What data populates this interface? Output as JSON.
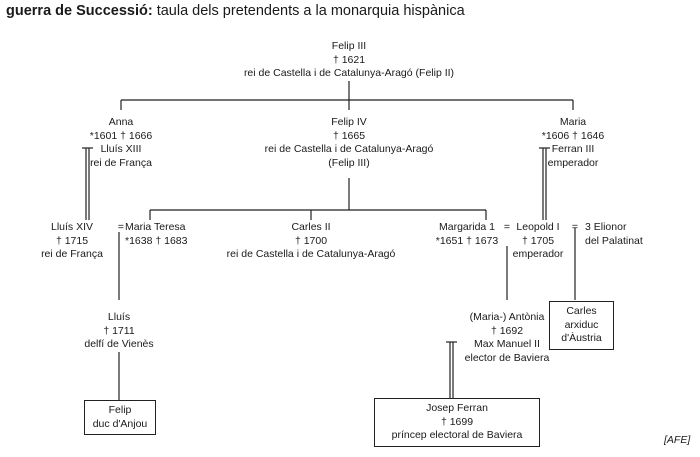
{
  "title": {
    "bold": "guerra de Successió:",
    "rest": " taula dels pretendents a la monarquia hispànica"
  },
  "nodes": {
    "felip3": [
      "Felip III",
      "† 1621",
      "rei de Castella i de Catalunya-Aragó (Felip II)"
    ],
    "anna": [
      "Anna",
      "*1601 † 1666",
      "Lluís XIII",
      "rei de França"
    ],
    "felip4": [
      "Felip IV",
      "† 1665",
      "rei de Castella i de Catalunya-Aragó",
      "(Felip III)"
    ],
    "maria": [
      "Maria",
      "*1606 † 1646",
      "Ferran III",
      "emperador"
    ],
    "lluis14": [
      "Lluís XIV",
      "† 1715",
      "rei de França"
    ],
    "mariateresa": [
      "Maria Teresa",
      "*1638 † 1683"
    ],
    "carles2": [
      "Carles II",
      "† 1700",
      "rei de Castella i de Catalunya-Aragó"
    ],
    "margarida": [
      "Margarida 1",
      "*1651 † 1673"
    ],
    "leopold": [
      "Leopold I",
      "† 1705",
      "emperador"
    ],
    "elionor": [
      "3 Elionor",
      "del Palatinat"
    ],
    "lluis": [
      "Lluís",
      "† 1711",
      "delfí de Vienès"
    ],
    "antonia": [
      "(Maria-) Antònia",
      "† 1692",
      "Max Manuel II",
      "elector de Baviera"
    ],
    "carles_arx": [
      "Carles",
      "arxiduc",
      "d'Àustria"
    ],
    "felip_anjou": [
      "Felip",
      "duc d'Anjou"
    ],
    "josep_ferran": [
      "Josep Ferran",
      "† 1699",
      "príncep electoral de Baviera"
    ]
  },
  "marriage_signs": {
    "lluis14_mariateresa": "=",
    "margarida_leopold": "=",
    "leopold_elionor": "="
  },
  "credit": "[AFE]"
}
